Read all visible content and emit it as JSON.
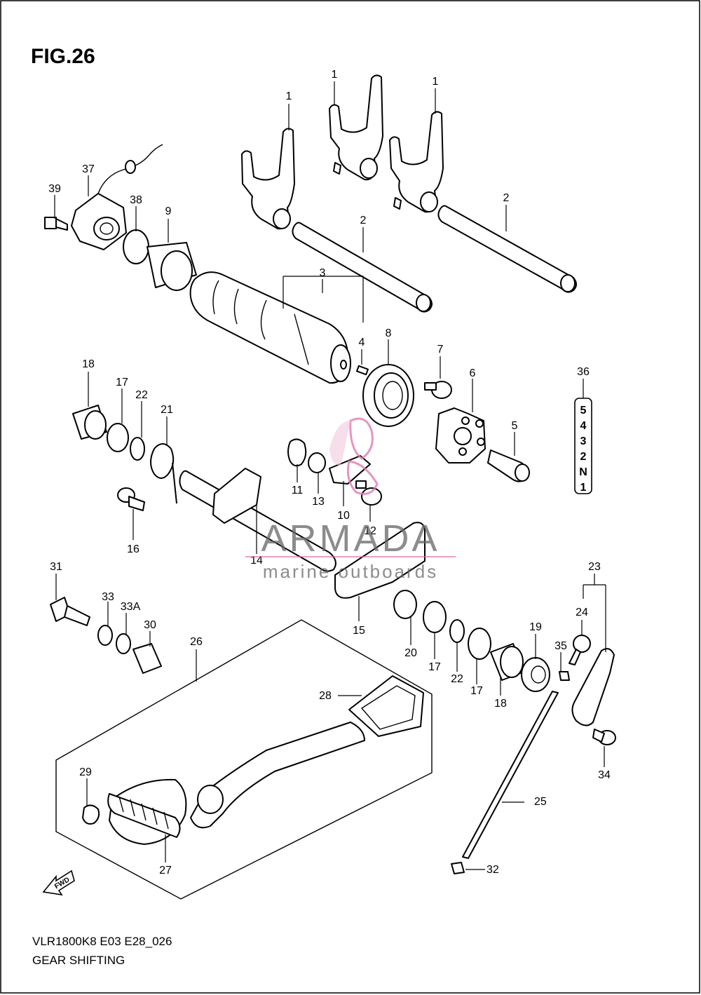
{
  "figure": {
    "title": "FIG.26",
    "model_code": "VLR1800K8 E03 E28_026",
    "caption": "GEAR SHIFTING",
    "fwd_label": "FWD"
  },
  "gear_indicator": {
    "label": "36",
    "positions": [
      "5",
      "4",
      "3",
      "2",
      "N",
      "1"
    ]
  },
  "watermark": {
    "brand": "ARMADA",
    "tagline": "marine outboards",
    "colors": {
      "text": "#666666",
      "accent": "#e0a0c8",
      "line": "#e060a0"
    }
  },
  "callouts": [
    {
      "label": "1"
    },
    {
      "label": "1"
    },
    {
      "label": "1"
    },
    {
      "label": "2"
    },
    {
      "label": "2"
    },
    {
      "label": "3"
    },
    {
      "label": "4"
    },
    {
      "label": "5"
    },
    {
      "label": "6"
    },
    {
      "label": "7"
    },
    {
      "label": "8"
    },
    {
      "label": "9"
    },
    {
      "label": "10"
    },
    {
      "label": "11"
    },
    {
      "label": "12"
    },
    {
      "label": "13"
    },
    {
      "label": "14"
    },
    {
      "label": "15"
    },
    {
      "label": "16"
    },
    {
      "label": "17"
    },
    {
      "label": "17"
    },
    {
      "label": "17"
    },
    {
      "label": "18"
    },
    {
      "label": "18"
    },
    {
      "label": "19"
    },
    {
      "label": "20"
    },
    {
      "label": "21"
    },
    {
      "label": "22"
    },
    {
      "label": "22"
    },
    {
      "label": "23"
    },
    {
      "label": "24"
    },
    {
      "label": "25"
    },
    {
      "label": "26"
    },
    {
      "label": "27"
    },
    {
      "label": "28"
    },
    {
      "label": "29"
    },
    {
      "label": "30"
    },
    {
      "label": "31"
    },
    {
      "label": "32"
    },
    {
      "label": "33"
    },
    {
      "label": "33A"
    },
    {
      "label": "34"
    },
    {
      "label": "35"
    },
    {
      "label": "37"
    },
    {
      "label": "38"
    },
    {
      "label": "39"
    }
  ]
}
